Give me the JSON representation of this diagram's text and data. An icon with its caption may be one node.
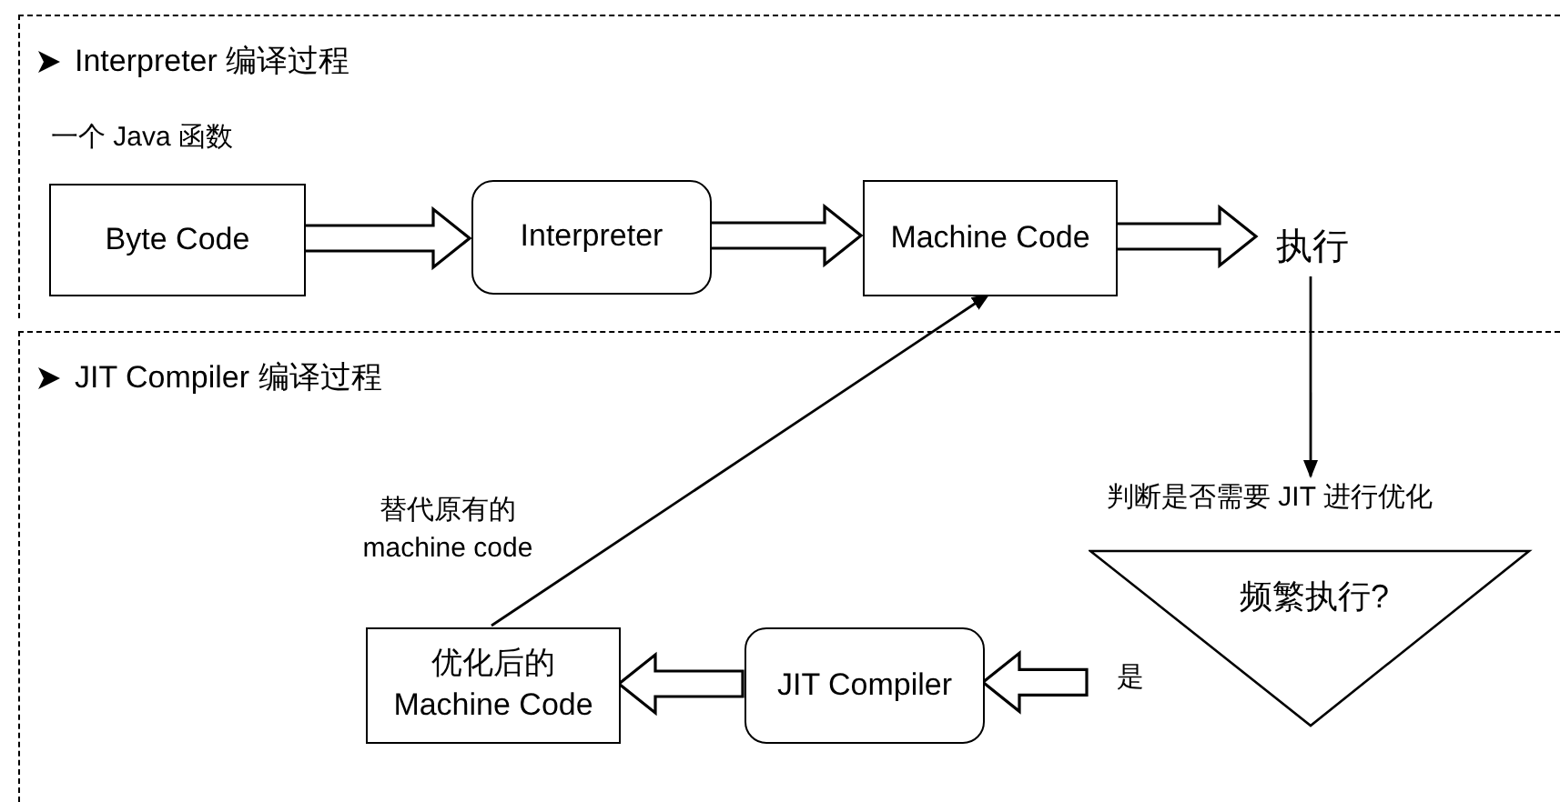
{
  "diagram": {
    "nodes": [
      {
        "text": [
          "Interpreter 编译过程"
        ]
      },
      {
        "text": [
          "Byte Code"
        ],
        "in": 0,
        "beside": [
          "一个 Java 函数"
        ]
      },
      {
        "text": [
          "Interpreter"
        ],
        "in": 0
      },
      {
        "text": [
          "Machine Code"
        ],
        "in": 0
      },
      {
        "text": [
          "执行"
        ],
        "in": 0
      },
      {
        "text": [
          "JIT Compiler 编译过程"
        ]
      },
      {
        "text": [
          "频繁执行?"
        ],
        "in": 5,
        "beside": [
          "判断是否需要 JIT 进行优化"
        ]
      },
      {
        "text": [
          "JIT Compiler"
        ],
        "in": 5
      },
      {
        "text": [
          "优化后的 Machine Code"
        ],
        "in": 5
      }
    ],
    "edges": [
      {
        "from": 1,
        "to": 2,
        "arrow": "to",
        "style": "thick"
      },
      {
        "from": 2,
        "to": 3,
        "arrow": "to",
        "style": "thick"
      },
      {
        "from": 3,
        "to": 4,
        "arrow": "to",
        "style": "thick"
      },
      {
        "from": 4,
        "to": 6,
        "arrow": "to"
      },
      {
        "from": 6,
        "to": 7,
        "arrow": "to",
        "style": "thick",
        "label": "是"
      },
      {
        "from": 7,
        "to": 8,
        "arrow": "to",
        "style": "thick"
      },
      {
        "from": 8,
        "to": 3,
        "arrow": "to",
        "label": "替代原有的 machine code"
      }
    ]
  }
}
